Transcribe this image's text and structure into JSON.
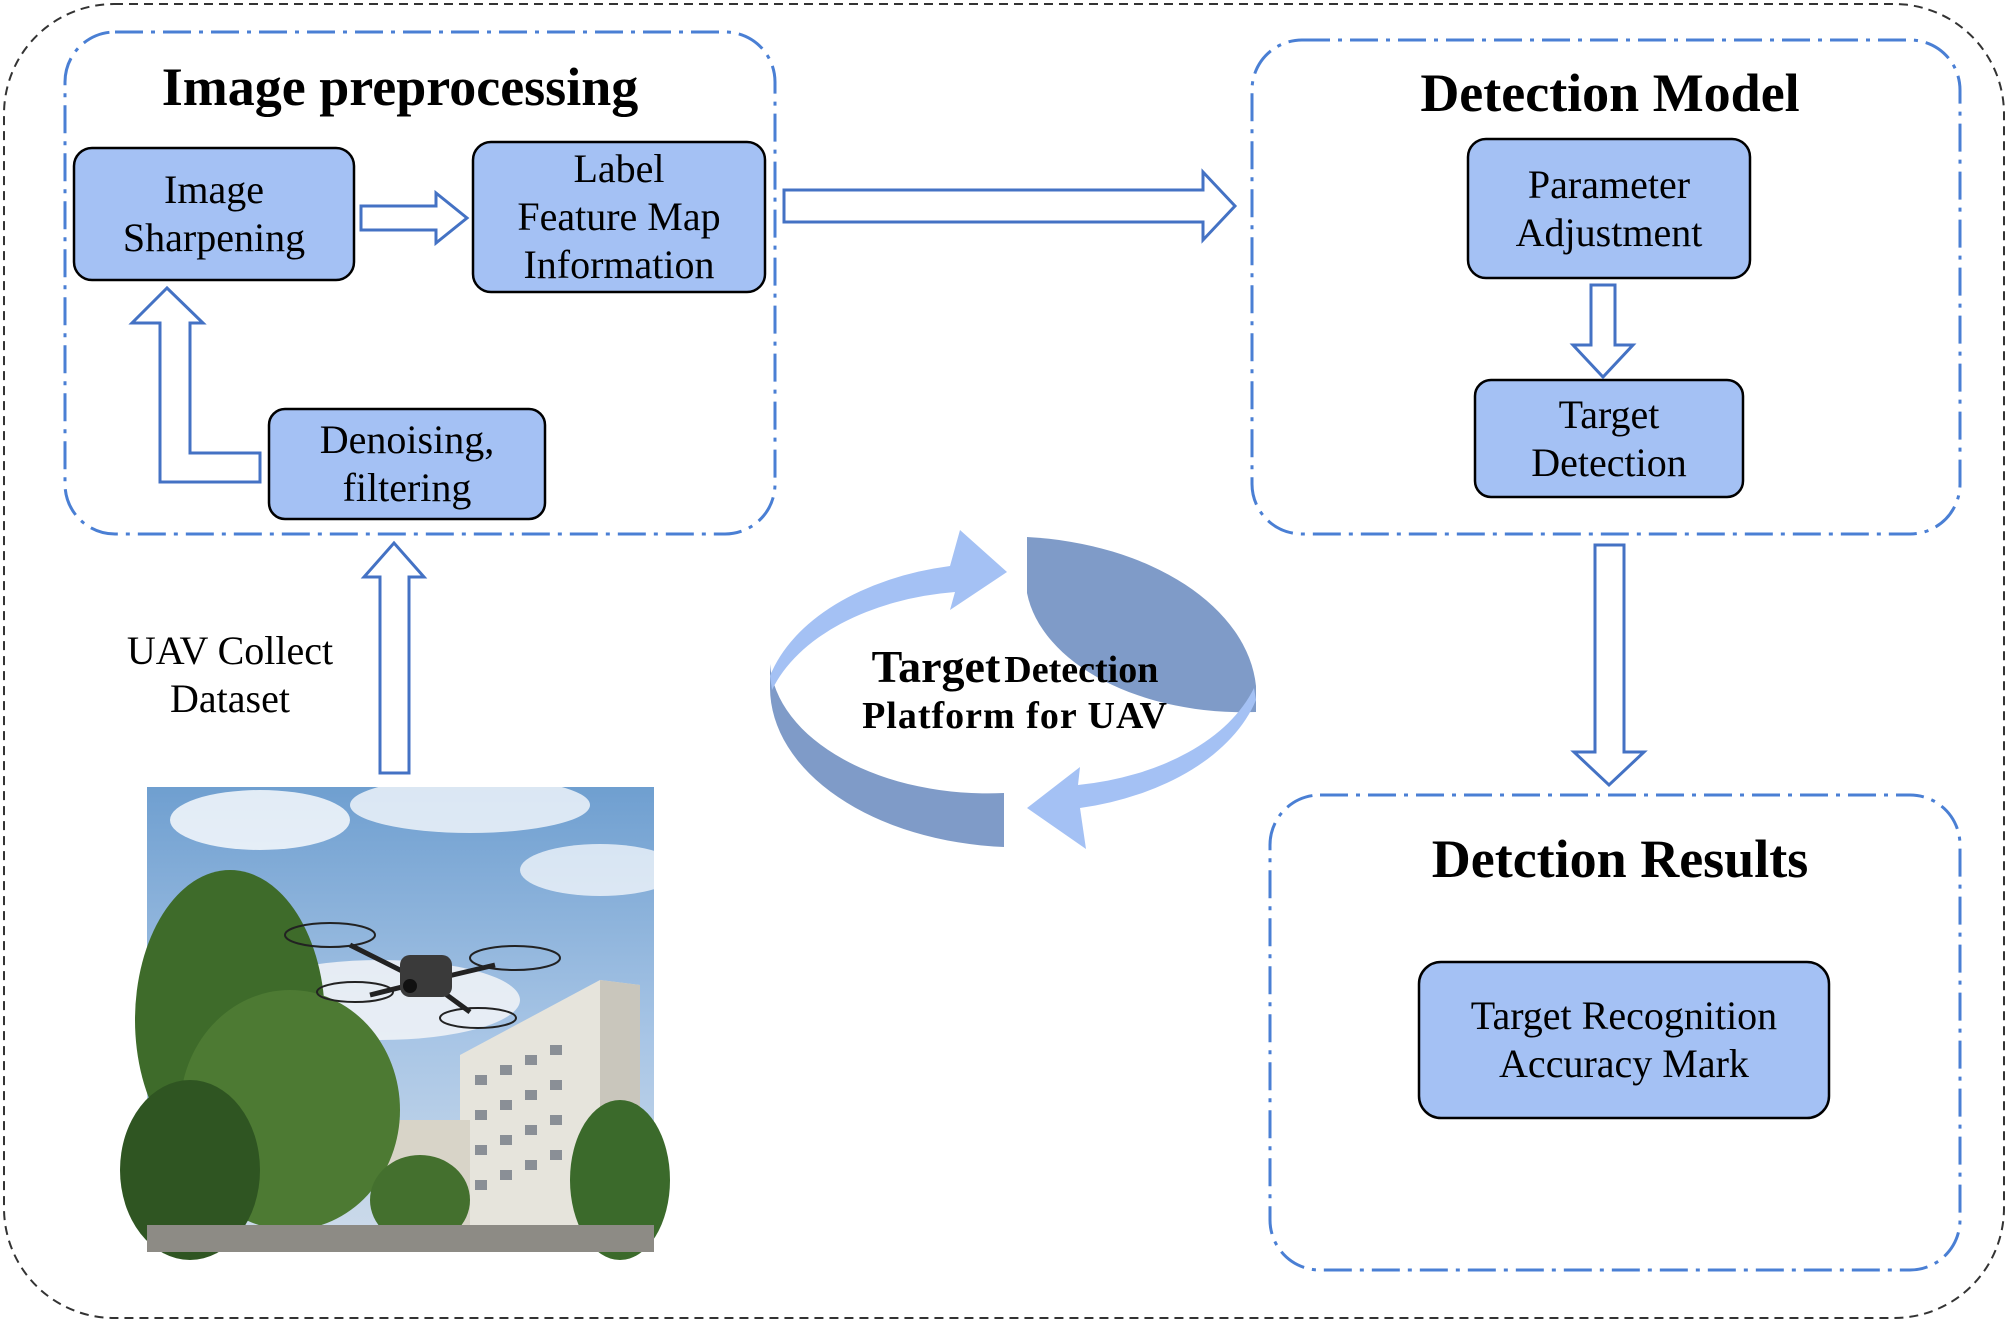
{
  "preprocessing": {
    "title": "Image preprocessing",
    "sharpening": "Image\nSharpening",
    "label_map": "Label\nFeature Map\nInformation",
    "denoising": "Denoising,\nfiltering"
  },
  "model": {
    "title": "Detection Model",
    "param": "Parameter\nAdjustment",
    "target": "Target\nDetection"
  },
  "results": {
    "title": "Detction Results",
    "mark": "Target Recognition\nAccuracy Mark"
  },
  "dataset_label": "UAV Collect\nDataset",
  "platform": {
    "line1_big": "Target",
    "line1_small": "Detection",
    "line2": "Platform for UAV"
  },
  "colors": {
    "box_fill": "#a4c1f4",
    "box_stroke": "#000000",
    "dash_blue": "#4a7fd4",
    "arrow_stroke": "#4472c4",
    "cycle_light": "#a4c1f4",
    "cycle_dark": "#7f9bc8"
  }
}
